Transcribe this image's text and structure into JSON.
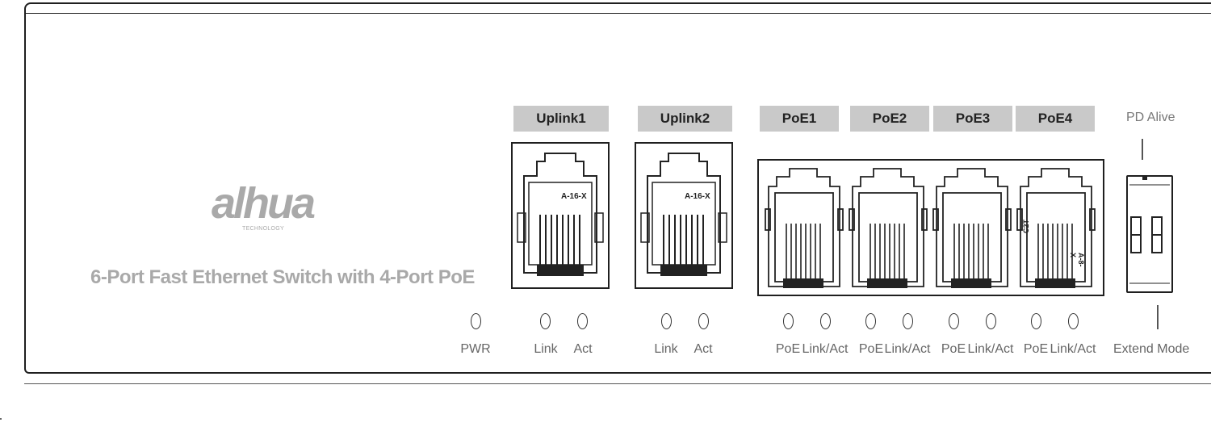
{
  "brand": {
    "logo_text": "alhua",
    "logo_sub": "TECHNOLOGY",
    "product_name": "6-Port Fast Ethernet Switch with 4-Port PoE"
  },
  "ports": {
    "uplink": [
      {
        "label": "Uplink1",
        "jack_text": "A-16-X"
      },
      {
        "label": "Uplink2",
        "jack_text": "A-16-X"
      }
    ],
    "poe": [
      {
        "label": "PoE1"
      },
      {
        "label": "PoE2"
      },
      {
        "label": "PoE3"
      },
      {
        "label": "PoE4",
        "jack_text_left": "C2T",
        "jack_text_right": "A-8-X"
      }
    ]
  },
  "leds": {
    "pwr": "PWR",
    "uplink1_link": "Link",
    "uplink1_act": "Act",
    "uplink2_link": "Link",
    "uplink2_act": "Act",
    "poe1_poe": "PoE",
    "poe1_linkact": "Link/Act",
    "poe2_poe": "PoE",
    "poe2_linkact": "Link/Act",
    "poe3_poe": "PoE",
    "poe3_linkact": "Link/Act",
    "poe4_poe": "PoE",
    "poe4_linkact": "Link/Act"
  },
  "switch": {
    "top_label": "PD Alive",
    "bottom_label": "Extend Mode"
  }
}
